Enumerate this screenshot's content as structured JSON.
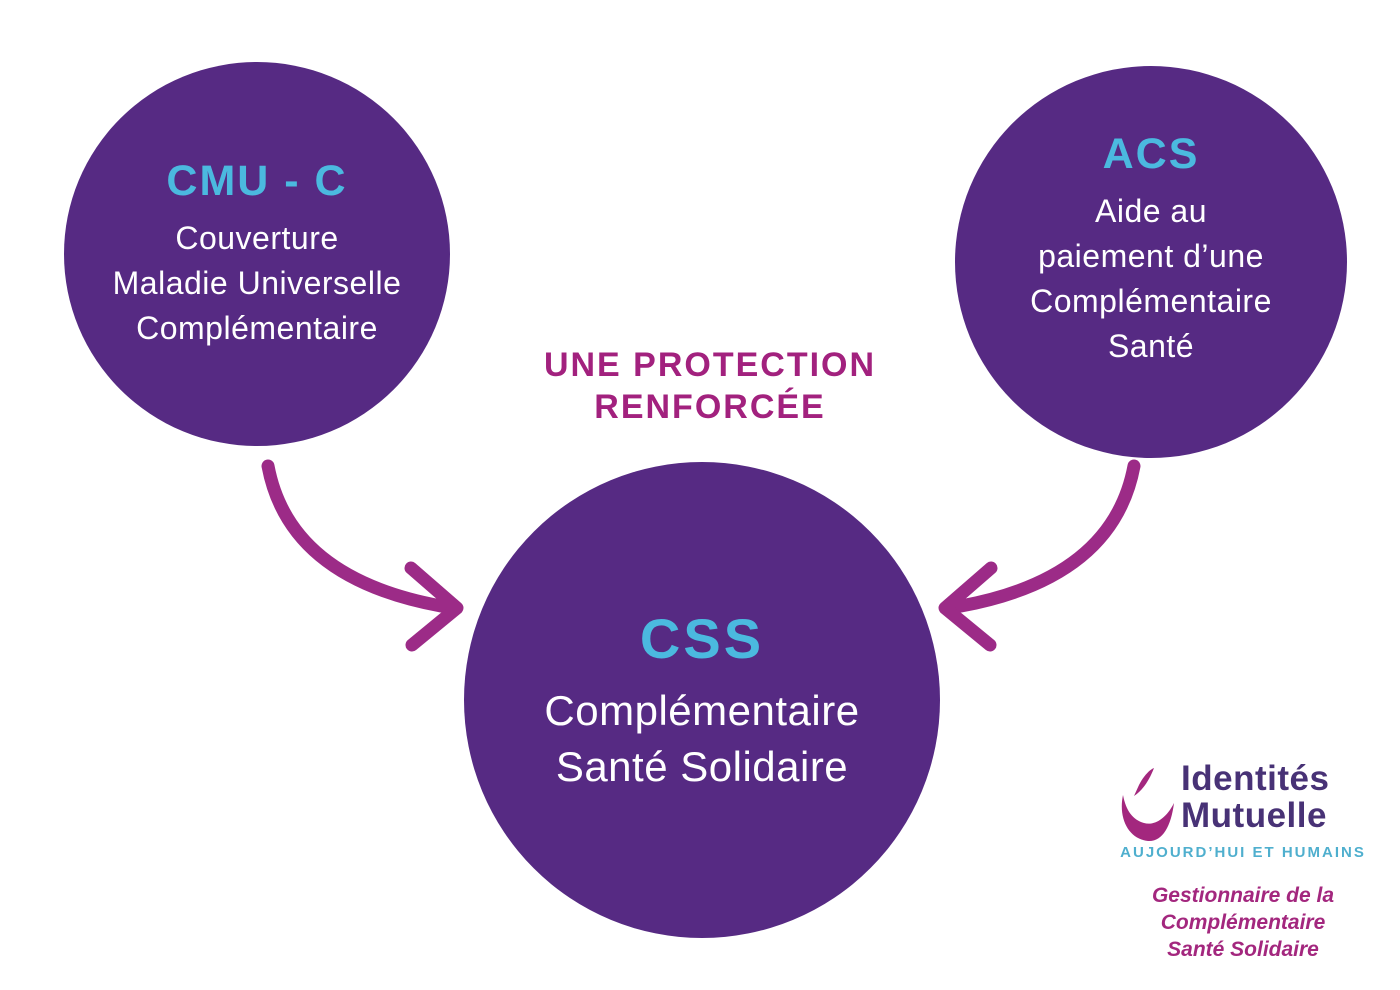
{
  "colors": {
    "circle_purple": "#562a83",
    "accent_cyan": "#4bb9df",
    "title_magenta": "#a2217e",
    "arrow_magenta": "#9c2b87",
    "logo_purple": "#483276",
    "logo_cyan": "#4fafce",
    "logo_magenta": "#a3277e"
  },
  "headline": {
    "line1": "UNE PROTECTION",
    "line2": "RENFORCÉE"
  },
  "circle_cmuc": {
    "acronym": "CMU - C",
    "line1": "Couverture",
    "line2": "Maladie Universelle",
    "line3": "Complémentaire"
  },
  "circle_acs": {
    "acronym": "ACS",
    "line1": "Aide au",
    "line2": "paiement d’une",
    "line3": "Complémentaire",
    "line4": "Santé"
  },
  "circle_css": {
    "acronym": "CSS",
    "line1": "Complémentaire",
    "line2": "Santé Solidaire"
  },
  "logo": {
    "name_line1": "Identités",
    "name_line2": "Mutuelle",
    "tagline": "AUJOURD’HUI ET HUMAINS",
    "caption_line1": "Gestionnaire de la",
    "caption_line2": "Complémentaire",
    "caption_line3": "Santé Solidaire"
  }
}
